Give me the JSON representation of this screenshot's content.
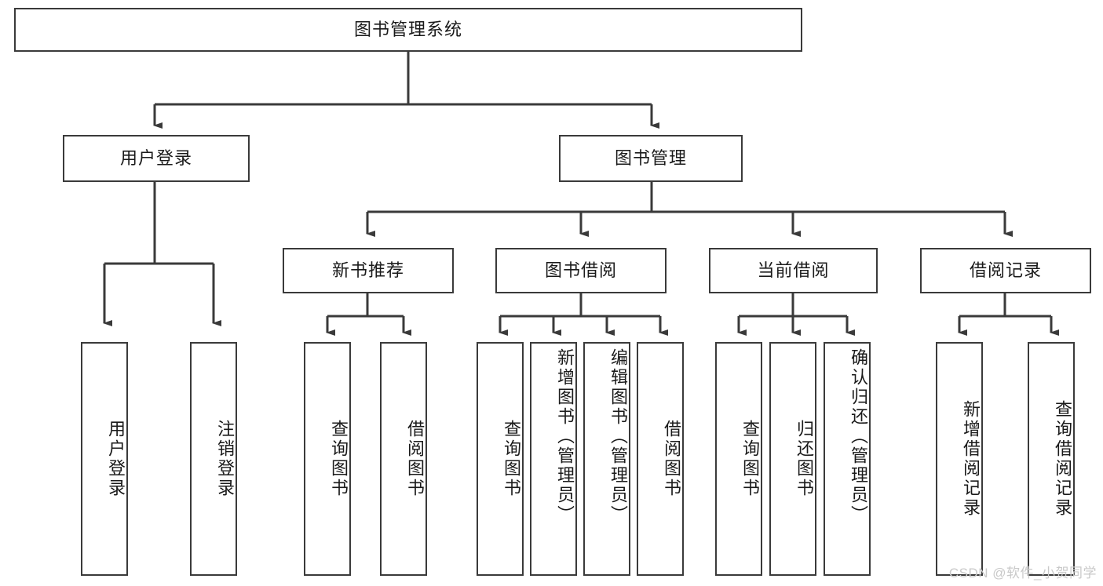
{
  "diagram": {
    "title": "图书管理系统",
    "type": "tree-hierarchy",
    "root": {
      "label": "图书管理系统"
    },
    "level2": [
      {
        "label": "用户登录"
      },
      {
        "label": "图书管理"
      }
    ],
    "level3": [
      {
        "label": "新书推荐",
        "parent": "图书管理"
      },
      {
        "label": "图书借阅",
        "parent": "图书管理"
      },
      {
        "label": "当前借阅",
        "parent": "图书管理"
      },
      {
        "label": "借阅记录",
        "parent": "图书管理"
      }
    ],
    "leaves": {
      "user_login": [
        {
          "label": "用户登录"
        },
        {
          "label": "注销登录"
        }
      ],
      "new_book_recommend": [
        {
          "label": "查询图书"
        },
        {
          "label": "借阅图书"
        }
      ],
      "book_borrow": [
        {
          "label": "查询图书"
        },
        {
          "label": "新增图书（管理员）"
        },
        {
          "label": "编辑图书（管理员）"
        },
        {
          "label": "借阅图书"
        }
      ],
      "current_borrow": [
        {
          "label": "查询图书"
        },
        {
          "label": "归还图书"
        },
        {
          "label": "确认归还（管理员）"
        }
      ],
      "borrow_record": [
        {
          "label": "新增借阅记录"
        },
        {
          "label": "查询借阅记录"
        }
      ]
    },
    "watermark": "CSDN @软件_小贺同学",
    "colors": {
      "stroke": "#3a3a3a",
      "fill": "#ffffff",
      "text": "#1a1a1a",
      "watermark": "#c9c9c9"
    }
  }
}
